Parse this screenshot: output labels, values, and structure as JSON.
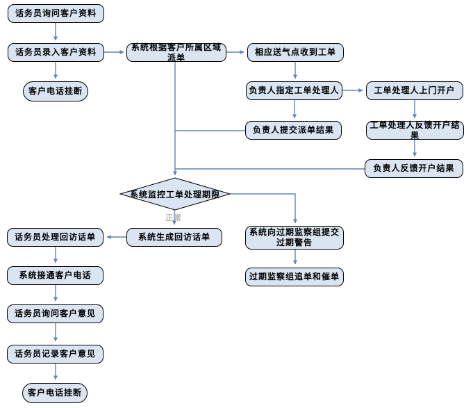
{
  "diagram": {
    "type": "flowchart",
    "title": "gas-service-call-center-workflow",
    "colors": {
      "node_fill": "#dbe5f1",
      "node_border": "#000000",
      "connector": "#5e84b8",
      "edge_label_text": "#b4b4b4",
      "background": "#ffffff"
    },
    "nodes": {
      "ask_info": {
        "label": "话务员询问客户资料",
        "shape": "process"
      },
      "enter_info": {
        "label": "话务员录入客户资料",
        "shape": "process"
      },
      "hangup_top": {
        "label": "客户电话挂断",
        "shape": "terminal"
      },
      "dispatch": {
        "label": "系统根据客户所属区域派单",
        "shape": "process"
      },
      "gas_point": {
        "label": "相应送气点收到工单",
        "shape": "process"
      },
      "assign_handler": {
        "label": "负责人指定工单处理人",
        "shape": "process"
      },
      "door_open": {
        "label": "工单处理人上门开户",
        "shape": "process"
      },
      "submit_dispatch": {
        "label": "负责人提交派单结果",
        "shape": "process"
      },
      "handler_feedback": {
        "label": "工单处理人反馈开户结果",
        "shape": "process"
      },
      "charge_feedback": {
        "label": "负责人反馈开户结果",
        "shape": "process"
      },
      "monitor": {
        "label": "系统监控工单处理期限",
        "shape": "decision"
      },
      "handle_callback": {
        "label": "话务员处理回访话单",
        "shape": "process"
      },
      "gen_callback": {
        "label": "系统生成回访话单",
        "shape": "process"
      },
      "overdue_warning": {
        "label": "系统向过期监察组提交过期警告",
        "shape": "process"
      },
      "overdue_chase": {
        "label": "过期监察组追单和催单",
        "shape": "process"
      },
      "connect_phone": {
        "label": "系统接通客户电话",
        "shape": "process"
      },
      "ask_opinion": {
        "label": "话务员询问客户意见",
        "shape": "process"
      },
      "record_opinion": {
        "label": "话务员记录客户意见",
        "shape": "process"
      },
      "hangup_bottom": {
        "label": "客户电话挂断",
        "shape": "terminal"
      }
    },
    "edge_labels": {
      "normal": "正常"
    },
    "edges": [
      {
        "from": "ask_info",
        "to": "enter_info"
      },
      {
        "from": "enter_info",
        "to": "hangup_top"
      },
      {
        "from": "enter_info",
        "to": "dispatch"
      },
      {
        "from": "dispatch",
        "to": "gas_point"
      },
      {
        "from": "gas_point",
        "to": "assign_handler"
      },
      {
        "from": "assign_handler",
        "to": "door_open"
      },
      {
        "from": "assign_handler",
        "to": "submit_dispatch"
      },
      {
        "from": "door_open",
        "to": "handler_feedback"
      },
      {
        "from": "handler_feedback",
        "to": "charge_feedback"
      },
      {
        "from": "submit_dispatch",
        "to": "monitor"
      },
      {
        "from": "charge_feedback",
        "to": "monitor"
      },
      {
        "from": "dispatch",
        "to": "monitor"
      },
      {
        "from": "monitor",
        "to": "gen_callback",
        "label": "正常"
      },
      {
        "from": "monitor",
        "to": "overdue_warning"
      },
      {
        "from": "overdue_warning",
        "to": "overdue_chase"
      },
      {
        "from": "gen_callback",
        "to": "handle_callback"
      },
      {
        "from": "handle_callback",
        "to": "connect_phone"
      },
      {
        "from": "connect_phone",
        "to": "ask_opinion"
      },
      {
        "from": "ask_opinion",
        "to": "record_opinion"
      },
      {
        "from": "record_opinion",
        "to": "hangup_bottom"
      }
    ]
  }
}
